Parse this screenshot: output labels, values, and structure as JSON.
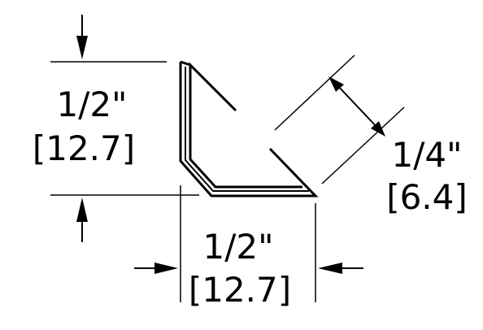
{
  "dimensions": {
    "left_leg": {
      "imperial": "1/2\"",
      "metric": "[12.7]"
    },
    "bottom_leg": {
      "imperial": "1/2\"",
      "metric": "[12.7]"
    },
    "thickness": {
      "imperial": "1/4\"",
      "metric": "[6.4]"
    }
  },
  "colors": {
    "line": "#000000",
    "background": "#ffffff"
  }
}
